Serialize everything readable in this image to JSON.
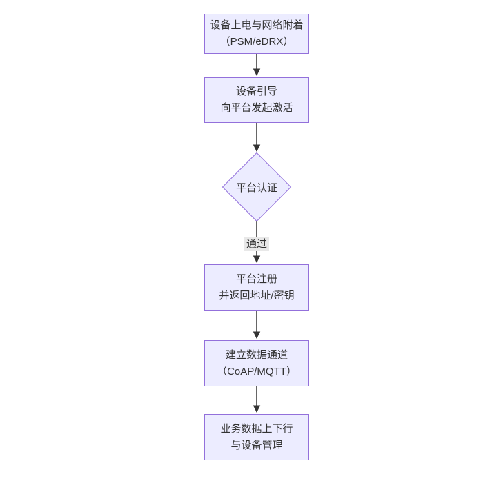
{
  "diagram": {
    "type": "flowchart",
    "direction": "top-down",
    "nodes": [
      {
        "id": "A",
        "shape": "rect",
        "lines": [
          "设备上电与网络附着",
          "（PSM/eDRX）"
        ]
      },
      {
        "id": "B",
        "shape": "rect",
        "lines": [
          "设备引导",
          "向平台发起激活"
        ]
      },
      {
        "id": "C",
        "shape": "diamond",
        "lines": [
          "平台认证"
        ]
      },
      {
        "id": "D",
        "shape": "rect",
        "lines": [
          "平台注册",
          "并返回地址/密钥"
        ]
      },
      {
        "id": "E",
        "shape": "rect",
        "lines": [
          "建立数据通道",
          "（CoAP/MQTT）"
        ]
      },
      {
        "id": "F",
        "shape": "rect",
        "lines": [
          "业务数据上下行",
          "与设备管理"
        ]
      }
    ],
    "edges": [
      {
        "from": "A",
        "to": "B",
        "label": ""
      },
      {
        "from": "B",
        "to": "C",
        "label": ""
      },
      {
        "from": "C",
        "to": "D",
        "label": "通过"
      },
      {
        "from": "D",
        "to": "E",
        "label": ""
      },
      {
        "from": "E",
        "to": "F",
        "label": ""
      }
    ],
    "colors": {
      "node_fill": "#ECECFF",
      "node_border": "#9370DB",
      "text": "#333333",
      "edge_line": "#333333",
      "edge_label_bg": "#e8e8e8",
      "background": "#ffffff"
    }
  }
}
